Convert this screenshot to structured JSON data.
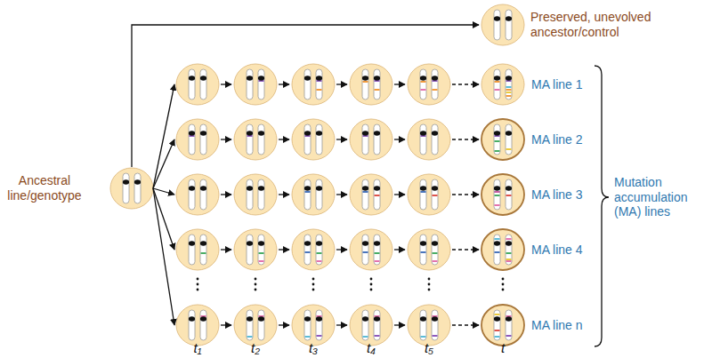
{
  "diagram": {
    "labels": [
      "Ancestral line/genotype",
      "Preserved, unevolved ancestor/control",
      "MA line 1",
      "MA line 2",
      "MA line 3",
      "MA line 4",
      "MA line n",
      "Mutation accumulation (MA) lines",
      "t₁",
      "t₂",
      "t₃",
      "t₄",
      "t₅",
      "t"
    ]
  }
}
